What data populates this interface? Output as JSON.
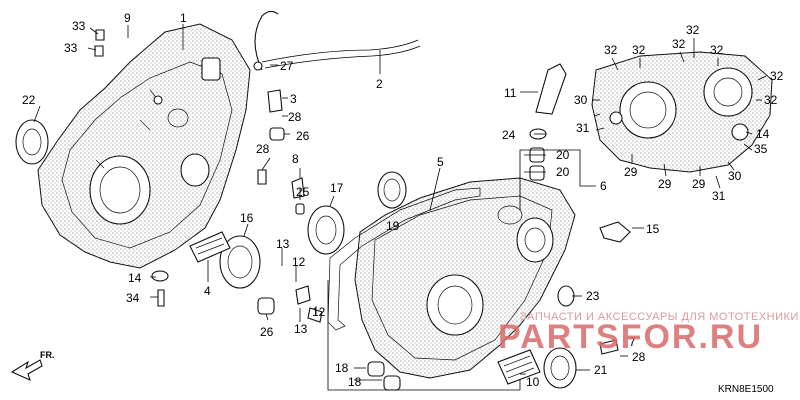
{
  "diagram": {
    "callouts": [
      "1",
      "2",
      "3",
      "4",
      "5",
      "6",
      "7",
      "8",
      "9",
      "10",
      "11",
      "12",
      "13",
      "14",
      "15",
      "16",
      "17",
      "18",
      "19",
      "20",
      "21",
      "22",
      "23",
      "24",
      "25",
      "26",
      "27",
      "28",
      "29",
      "30",
      "31",
      "32",
      "33",
      "34",
      "35"
    ],
    "diagram_code": "KRN8E1500",
    "direction_label": "FR.",
    "watermark": {
      "caption": "ЗАПЧАСТИ И АКСЕССУАРЫ ДЛЯ МОТОТЕХНИКИ",
      "logo_text": "PARTSFOR.RU"
    },
    "colors": {
      "line": "#000000",
      "watermark": "#d96a6a",
      "background": "#ffffff"
    }
  }
}
